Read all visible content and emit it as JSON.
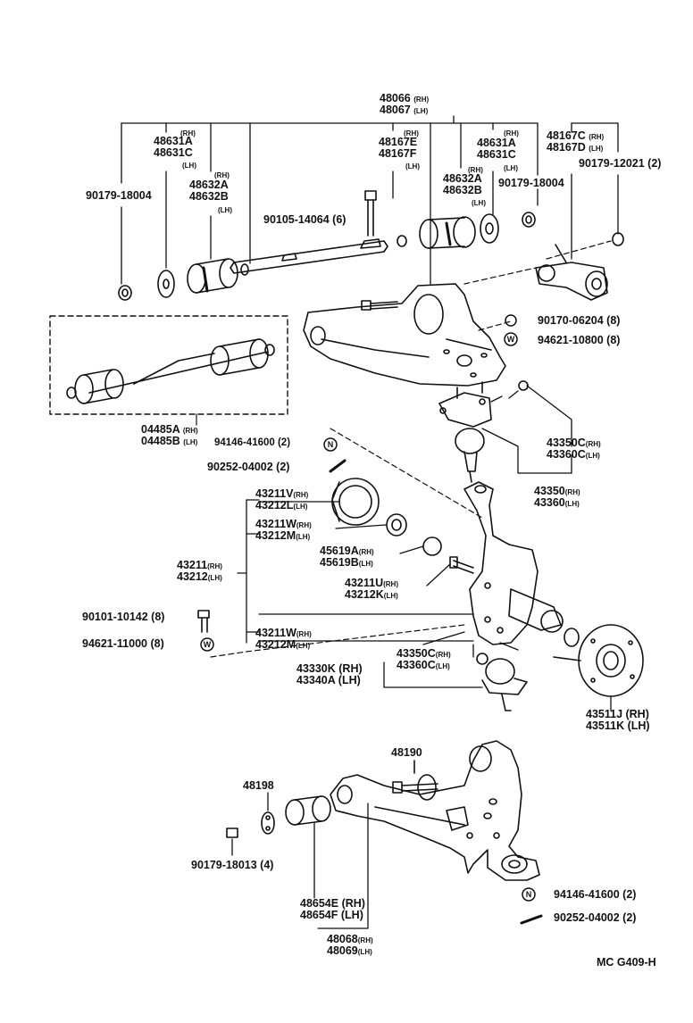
{
  "labels": {
    "p48066": "48066",
    "p48066_side": "(RH)",
    "p48067": "48067",
    "p48067_side": "(LH)",
    "p48631_rh": "(RH)",
    "p48631a_l": "48631A",
    "p48631c_l": "48631C",
    "p48631_lh": "(LH)",
    "p48632_rh_l": "(RH)",
    "p48632a_l": "48632A",
    "p48632b_l": "48632B",
    "p48632_lh_l": "(LH)",
    "p90179_18004_l": "90179-18004",
    "p90105": "90105-14064 (6)",
    "p48167_rh": "(RH)",
    "p48167e": "48167E",
    "p48167f": "48167F",
    "p48167_lh": "(LH)",
    "p48631_rh_r": "(RH)",
    "p48631a_r": "48631A",
    "p48631c_r": "48631C",
    "p48631_lh_r": "(LH)",
    "p48632_rh_r": "(RH)",
    "p48632a_r": "48632A",
    "p48632b_r": "48632B",
    "p48632_lh_r": "(LH)",
    "p90179_18004_r": "90179-18004",
    "p48167c": "48167C",
    "p48167c_side": "(RH)",
    "p48167d": "48167D",
    "p48167d_side": "(LH)",
    "p90179_12021": "90179-12021 (2)",
    "p90170": "90170-06204 (8)",
    "p94621_10800": "94621-10800 (8)",
    "p04485a": "04485A",
    "p04485a_side": "(RH)",
    "p04485b": "04485B",
    "p04485b_side": "(LH)",
    "p94146_top": "94146-41600 (2)",
    "p90252_top": "90252-04002 (2)",
    "p43350c_top": "43350C",
    "p43350c_top_side": "(RH)",
    "p43360c_top": "43360C",
    "p43360c_top_side": "(LH)",
    "p43350": "43350",
    "p43350_side": "(RH)",
    "p43360": "43360",
    "p43360_side": "(LH)",
    "p43211v": "43211V",
    "p43211v_side": "(RH)",
    "p43212l": "43212L",
    "p43212l_side": "(LH)",
    "p43211w_a": "43211W",
    "p43211w_a_side": "(RH)",
    "p43212m_a": "43212M",
    "p43212m_a_side": "(LH)",
    "p43211": "43211",
    "p43211_side": "(RH)",
    "p43212": "43212",
    "p43212_side": "(LH)",
    "p45619a": "45619A",
    "p45619a_side": "(RH)",
    "p45619b": "45619B",
    "p45619b_side": "(LH)",
    "p43211u": "43211U",
    "p43211u_side": "(RH)",
    "p43212k": "43212K",
    "p43212k_side": "(LH)",
    "p90101": "90101-10142 (8)",
    "p94621_11000": "94621-11000 (8)",
    "p43211w_b": "43211W",
    "p43211w_b_side": "(RH)",
    "p43212m_b": "43212M",
    "p43212m_b_side": "(LH)",
    "p43350c_low": "43350C",
    "p43350c_low_side": "(RH)",
    "p43360c_low": "43360C",
    "p43360c_low_side": "(LH)",
    "p43330k": "43330K (RH)",
    "p43340a": "43340A (LH)",
    "p43511j": "43511J (RH)",
    "p43511k": "43511K (LH)",
    "p48190": "48190",
    "p48198": "48198",
    "p90179_18013": "90179-18013 (4)",
    "p48654e": "48654E (RH)",
    "p48654f": "48654F (LH)",
    "p48068": "48068",
    "p48068_side": "(RH)",
    "p48069": "48069",
    "p48069_side": "(LH)",
    "p94146_bot": "94146-41600 (2)",
    "p90252_bot": "90252-04002 (2)",
    "fig_code": "MC  G409-H"
  },
  "symbols": {
    "nut_letter": "N",
    "washer_letter": "W"
  }
}
